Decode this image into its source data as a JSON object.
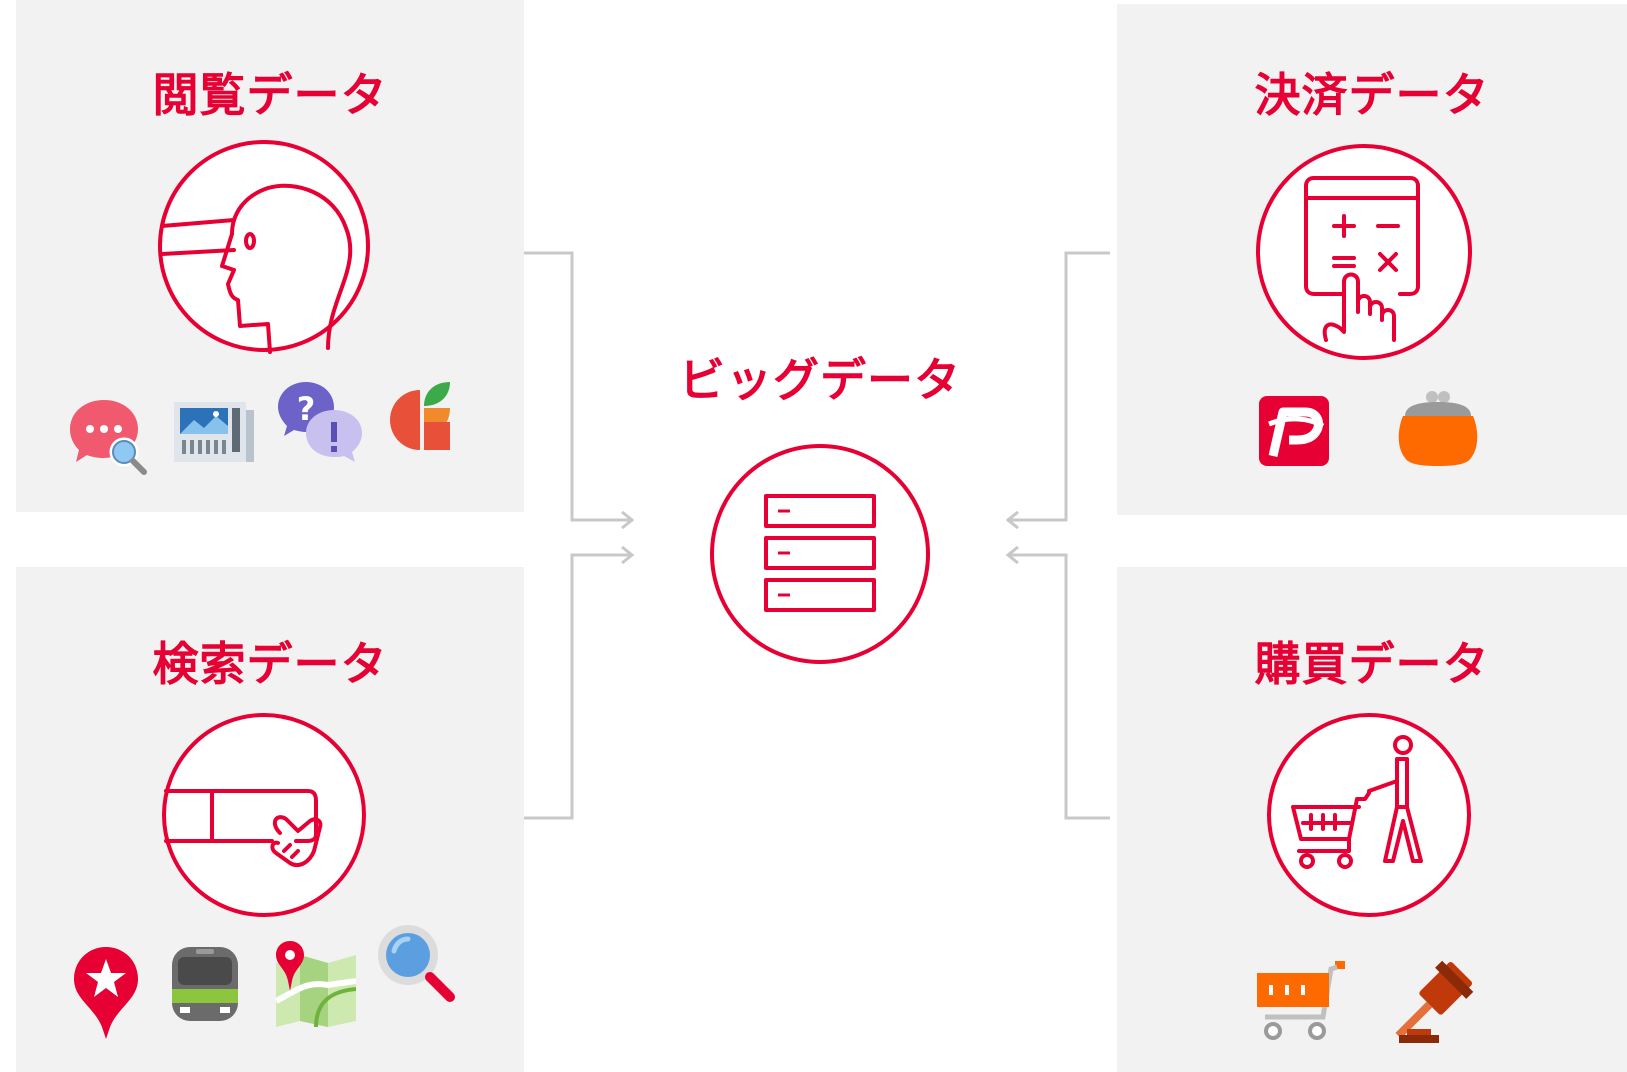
{
  "center": {
    "title": "ビッグデータ",
    "icon": "server-stack-icon"
  },
  "panels": {
    "browsing": {
      "title": "閲覧データ",
      "icon": "viewer-head-icon",
      "apps": [
        "chat-search-icon",
        "news-icon",
        "qa-chat-icon",
        "gourmet-logo-icon"
      ]
    },
    "search": {
      "title": "検索データ",
      "icon": "search-box-tap-icon",
      "apps": [
        "map-pin-star-icon",
        "train-icon",
        "map-icon",
        "magnifier-icon"
      ]
    },
    "payment": {
      "title": "決済データ",
      "icon": "calculator-tap-icon",
      "apps": [
        "paypay-logo-icon",
        "coin-purse-icon"
      ]
    },
    "purchase": {
      "title": "購買データ",
      "icon": "shopper-cart-icon",
      "apps": [
        "shopping-cart-icon",
        "auction-gavel-icon"
      ]
    }
  },
  "colors": {
    "accent": "#e60033",
    "panel": "#f2f2f2",
    "connector": "#c8c8c8"
  }
}
